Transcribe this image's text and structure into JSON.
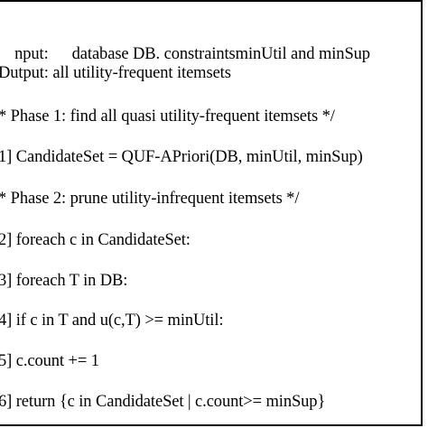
{
  "algorithm": {
    "input_label": "nput:",
    "input_text": "database DB. constraintsminUtil and minSup",
    "lines": [
      "Dutput: all utility-frequent itemsets",
      "* Phase 1: find all quasi utility-frequent itemsets */",
      "1] CandidateSet = QUF-APriori(DB, minUtil, minSup)",
      "* Phase 2: prune utility-infrequent itemsets */",
      "2] foreach c in CandidateSet:",
      "3] foreach T in DB:",
      "4] if c in T and u(c,T) >= minUtil:",
      "5] c.count += 1",
      "6] return {c in CandidateSet | c.count>= minSup}"
    ]
  }
}
